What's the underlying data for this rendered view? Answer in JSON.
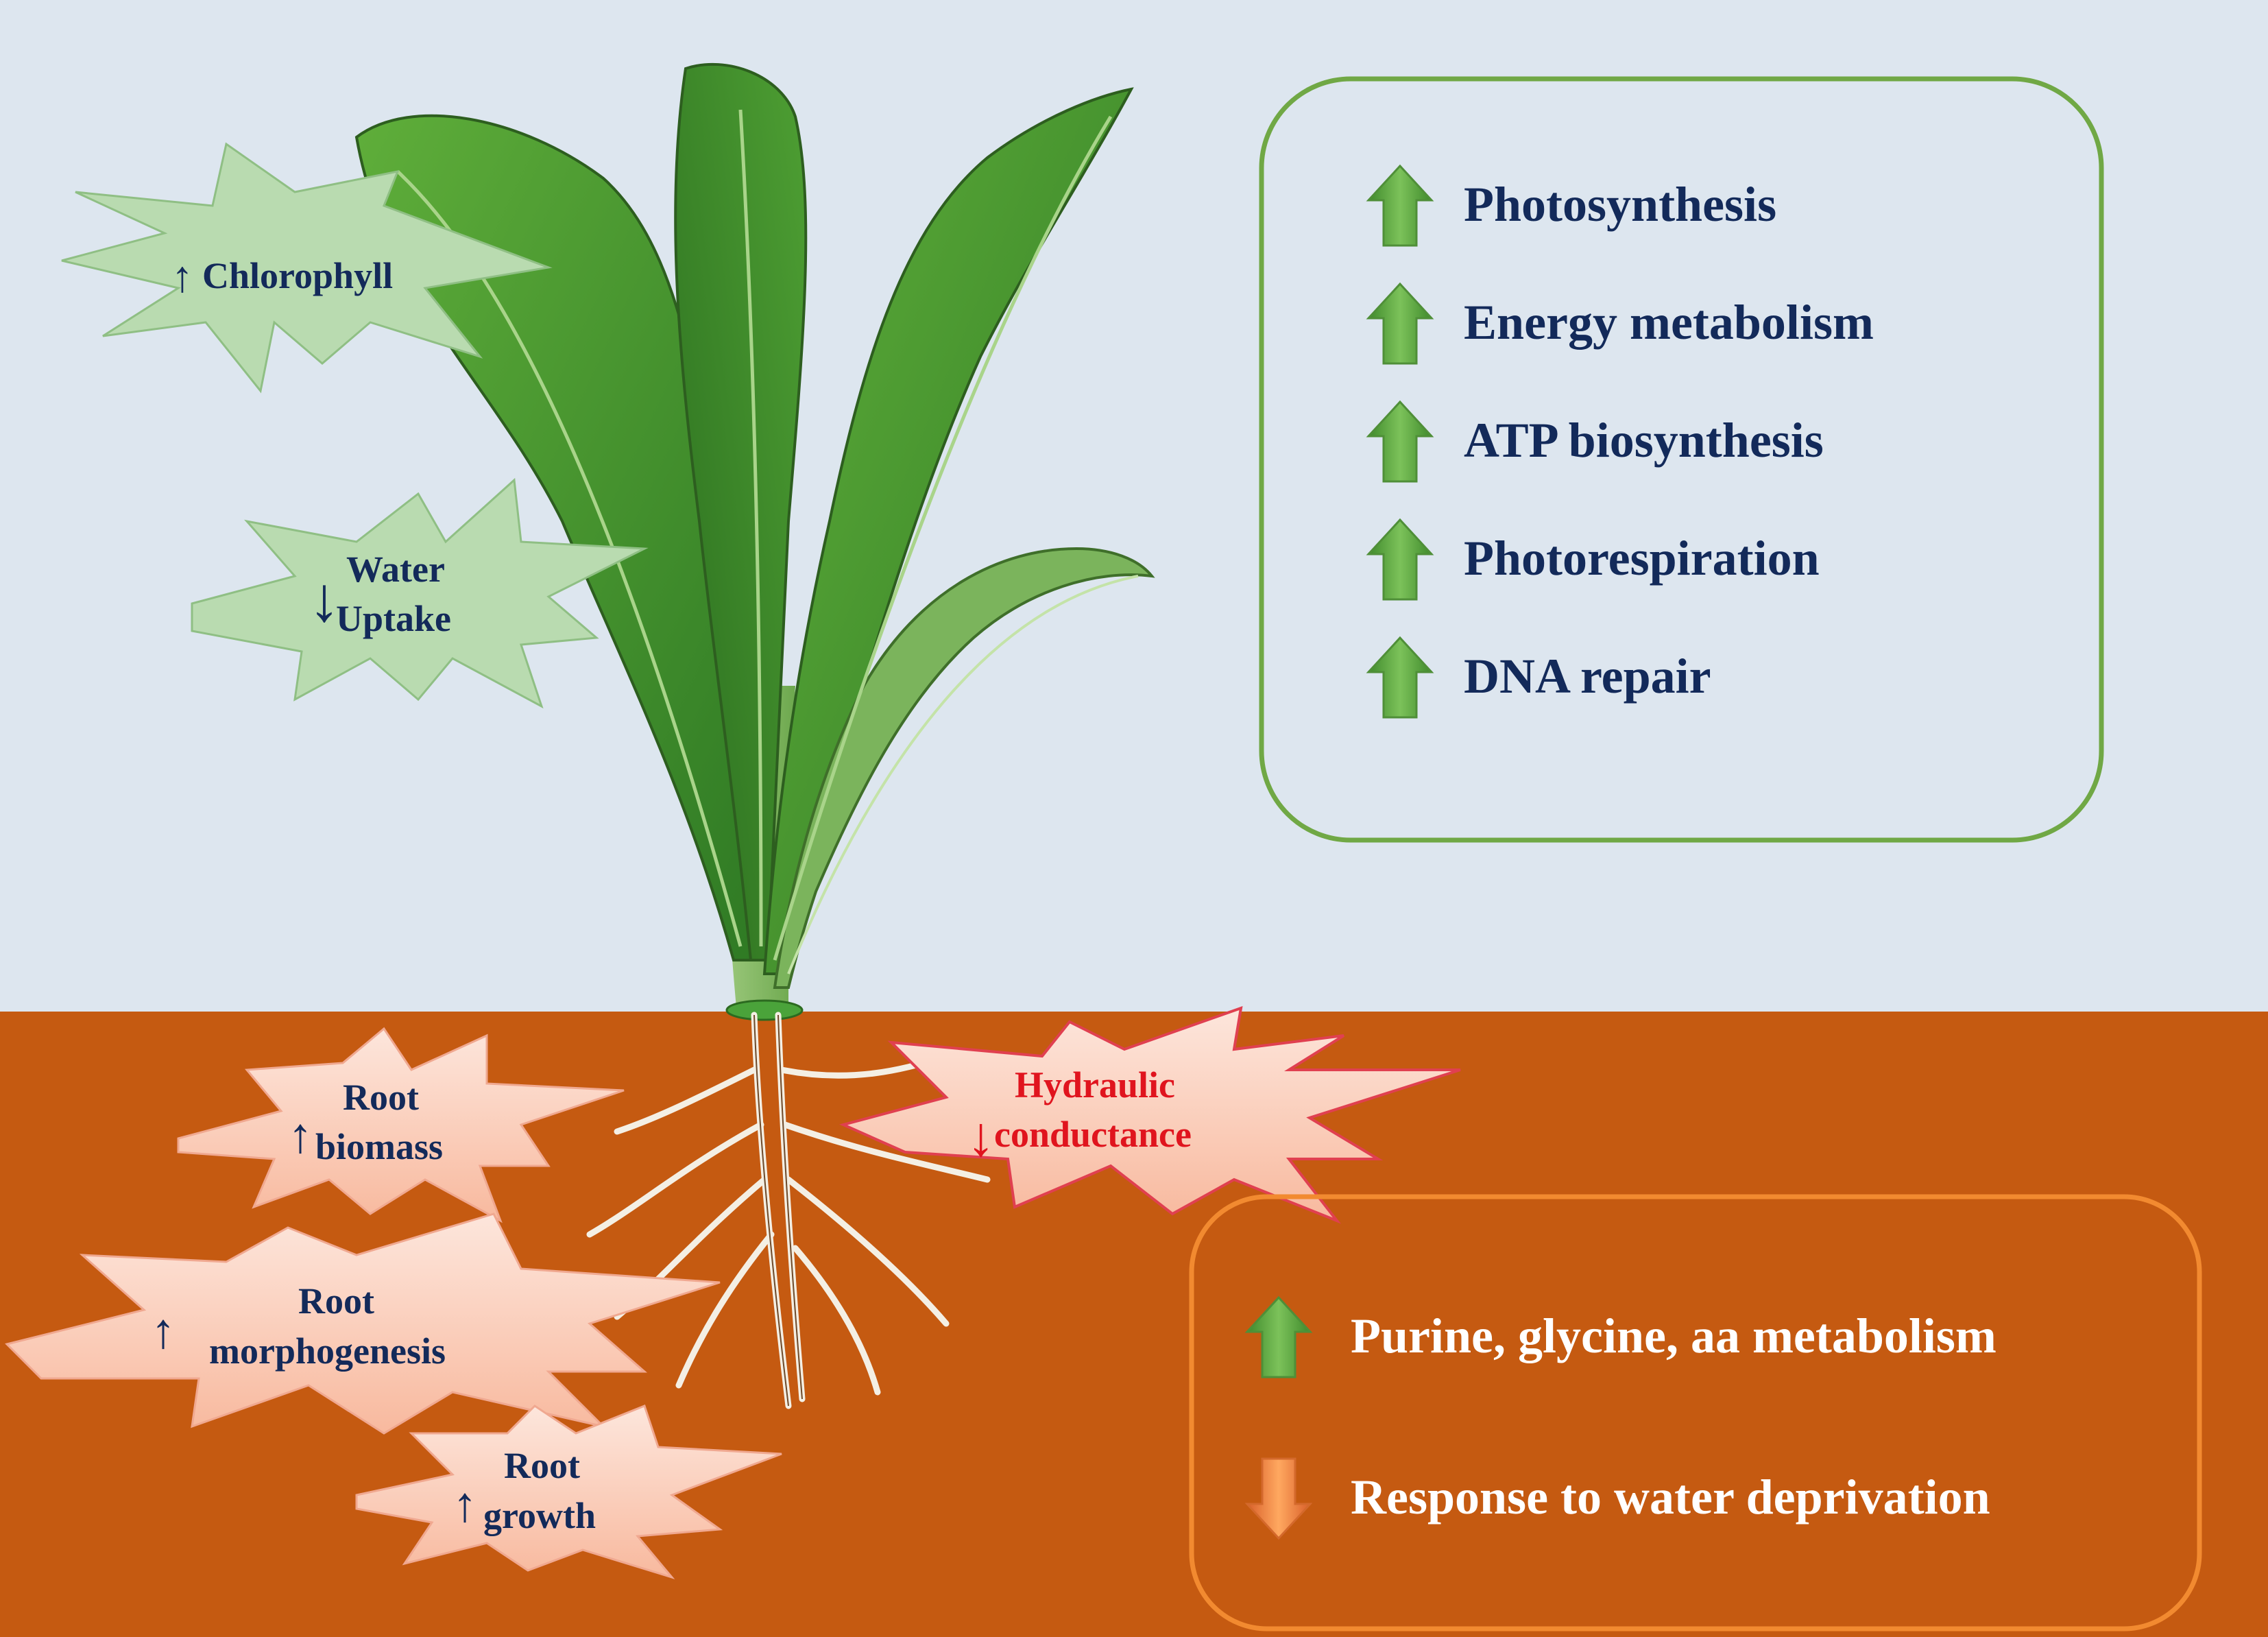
{
  "colors": {
    "sky": "#dde6ef",
    "soil": "#c55a11",
    "label_text": "#132a5a",
    "alert_text": "#e0141e",
    "leaf_burst": "#b9dbb0",
    "root_burst": "#fcd1c0",
    "green_box_border": "#70a845",
    "orange_box_border": "#f28a30",
    "up_arrow": "#5fa843",
    "down_arrow": "#f07a30"
  },
  "aerial_labels": {
    "chlorophyll": {
      "text": "Chlorophyll",
      "direction": "up"
    },
    "water_uptake": {
      "line1": "Water",
      "line2": "Uptake",
      "direction": "down"
    }
  },
  "root_labels": {
    "root_biomass": {
      "line1": "Root",
      "line2": "biomass",
      "direction": "up"
    },
    "hydraulic_conductance": {
      "line1": "Hydraulic",
      "line2": "conductance",
      "direction": "down"
    },
    "root_morphogenesis": {
      "line1": "Root",
      "line2": "morphogenesis",
      "direction": "up"
    },
    "root_growth": {
      "line1": "Root",
      "line2": "growth",
      "direction": "up"
    }
  },
  "leaf_processes": [
    {
      "text": "Photosynthesis",
      "direction": "up",
      "arrow_icon": "green-up-arrow-icon"
    },
    {
      "text": "Energy metabolism",
      "direction": "up",
      "arrow_icon": "green-up-arrow-icon"
    },
    {
      "text": "ATP biosynthesis",
      "direction": "up",
      "arrow_icon": "green-up-arrow-icon"
    },
    {
      "text": "Photorespiration",
      "direction": "up",
      "arrow_icon": "green-up-arrow-icon"
    },
    {
      "text": "DNA repair",
      "direction": "up",
      "arrow_icon": "green-up-arrow-icon"
    }
  ],
  "root_processes": [
    {
      "text": "Purine, glycine, aa metabolism",
      "direction": "up",
      "arrow_icon": "green-up-arrow-icon"
    },
    {
      "text": "Response to water deprivation",
      "direction": "down",
      "arrow_icon": "orange-down-arrow-icon"
    }
  ],
  "glyphs": {
    "up": "↑",
    "down": "↓"
  }
}
